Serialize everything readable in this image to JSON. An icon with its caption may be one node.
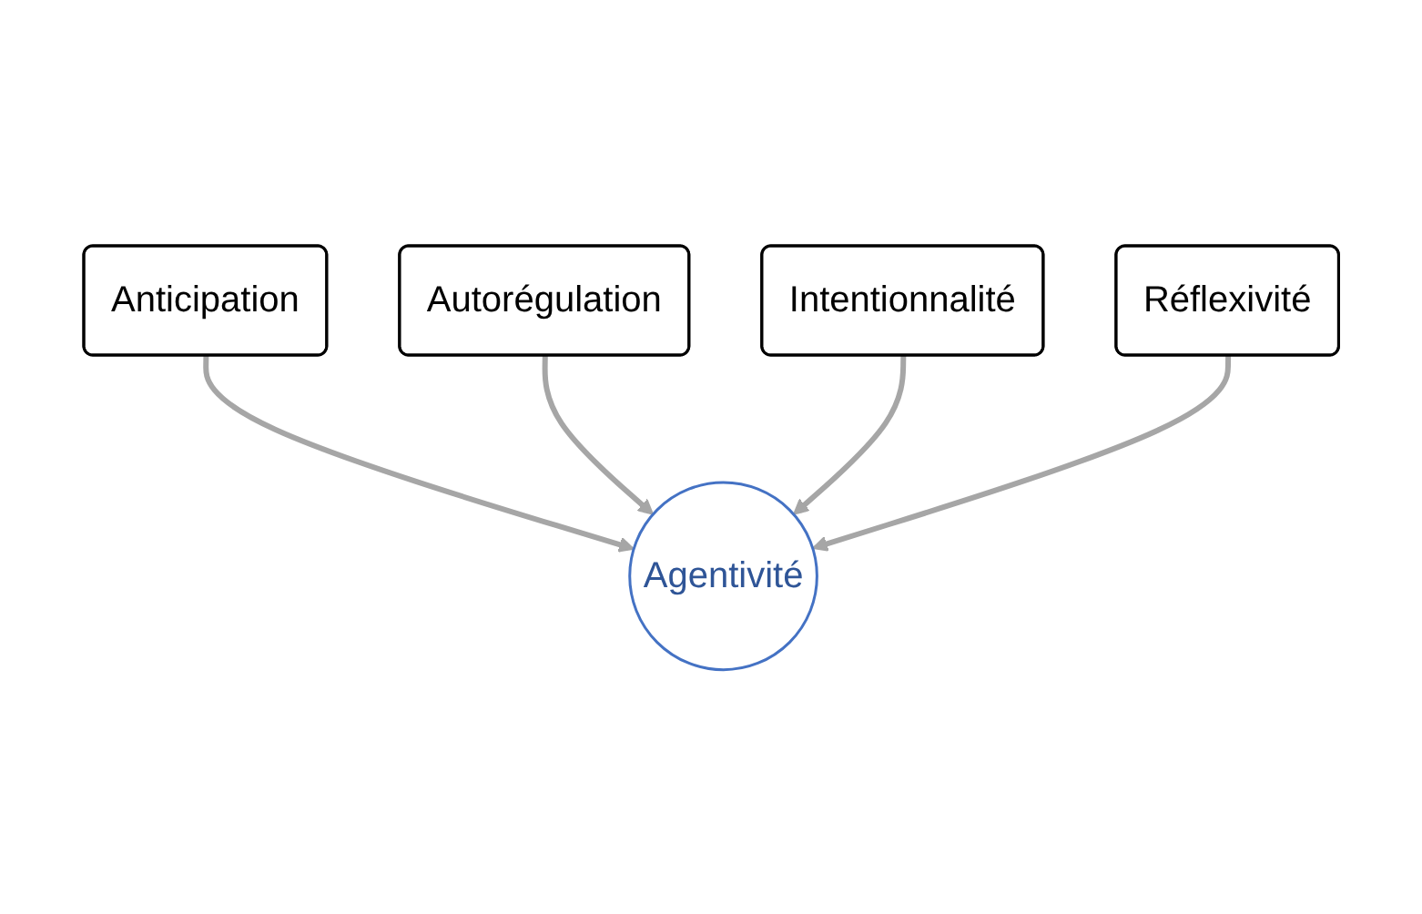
{
  "diagram": {
    "nodes": [
      {
        "text": [
          "Anticipation"
        ]
      },
      {
        "text": [
          "Autorégulation"
        ]
      },
      {
        "text": [
          "Intentionnalité"
        ]
      },
      {
        "text": [
          "Réflexivité"
        ]
      },
      {
        "text": [
          "Agentivité"
        ]
      }
    ],
    "edges": [
      {
        "from": 0,
        "to": 4,
        "arrow": "to"
      },
      {
        "from": 1,
        "to": 4,
        "arrow": "to"
      },
      {
        "from": 2,
        "to": 4,
        "arrow": "to"
      },
      {
        "from": 3,
        "to": 4,
        "arrow": "to"
      }
    ]
  }
}
